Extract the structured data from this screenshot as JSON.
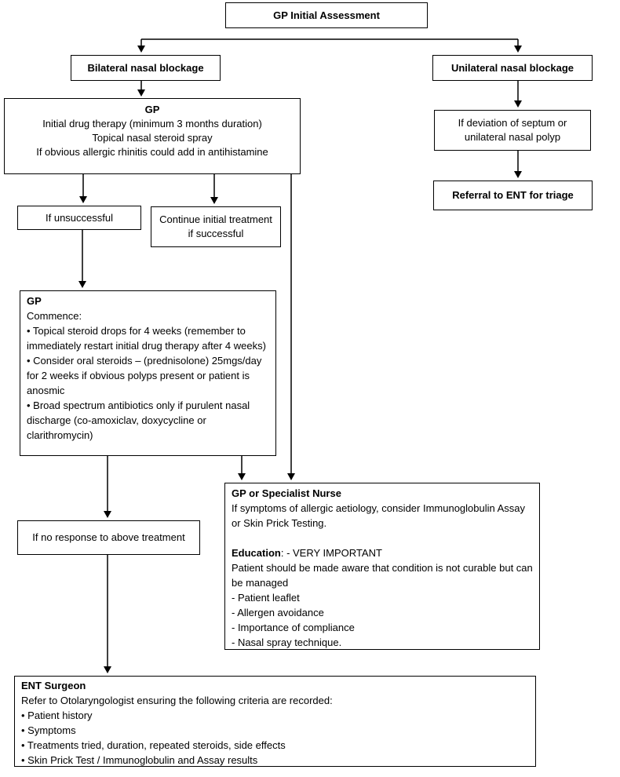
{
  "nodes": {
    "initial_assessment": {
      "title": "GP Initial Assessment"
    },
    "bilateral": {
      "title": "Bilateral nasal blockage"
    },
    "unilateral": {
      "title": "Unilateral nasal blockage"
    },
    "gp_initial": {
      "title": "GP",
      "lines": [
        "Initial drug therapy (minimum 3 months duration)",
        "Topical nasal steroid spray",
        "If obvious allergic rhinitis could add in antihistamine"
      ]
    },
    "deviation": {
      "text": "If deviation of septum or unilateral nasal polyp"
    },
    "referral": {
      "title": "Referral to ENT for triage"
    },
    "unsuccessful": {
      "text": "If unsuccessful"
    },
    "continue_treatment": {
      "text": "Continue initial treatment if successful"
    },
    "commence": {
      "title": "GP",
      "lines": [
        "Commence:",
        "• Topical steroid drops for 4 weeks (remember to immediately restart initial drug therapy after 4 weeks)",
        "• Consider oral steroids – (prednisolone) 25mgs/day for 2 weeks if obvious polyps present or patient is anosmic",
        "• Broad spectrum antibiotics only if purulent nasal discharge (co-amoxiclav, doxycycline or clarithromycin)"
      ]
    },
    "no_response": {
      "text": "If no response to above treatment"
    },
    "nurse": {
      "title": "GP or Specialist Nurse",
      "intro": "If symptoms of allergic aetiology, consider Immunoglobulin Assay or Skin Prick Testing.",
      "education_label": "Education",
      "education_rest": ": - VERY IMPORTANT",
      "body": "Patient should be made aware that condition is not curable but can be managed",
      "items": [
        "- Patient leaflet",
        "- Allergen avoidance",
        "- Importance of compliance",
        "- Nasal spray technique."
      ]
    },
    "ent": {
      "title": "ENT Surgeon",
      "intro": "Refer to Otolaryngologist ensuring the following criteria are recorded:",
      "items": [
        "• Patient history",
        "• Symptoms",
        "• Treatments tried, duration, repeated steroids, side effects",
        "• Skin Prick Test / Immunoglobulin and Assay results"
      ]
    }
  },
  "edges": [
    {
      "from": "gp-initial-assessment",
      "to": "bilateral-nasal-blockage"
    },
    {
      "from": "gp-initial-assessment",
      "to": "unilateral-nasal-blockage"
    },
    {
      "from": "bilateral-nasal-blockage",
      "to": "gp-initial-drug-therapy"
    },
    {
      "from": "unilateral-nasal-blockage",
      "to": "deviation-septum-or-polyp"
    },
    {
      "from": "deviation-septum-or-polyp",
      "to": "referral-ent-triage"
    },
    {
      "from": "gp-initial-drug-therapy",
      "to": "if-unsuccessful"
    },
    {
      "from": "gp-initial-drug-therapy",
      "to": "continue-initial-treatment"
    },
    {
      "from": "gp-initial-drug-therapy",
      "to": "gp-or-specialist-nurse"
    },
    {
      "from": "if-unsuccessful",
      "to": "gp-commence"
    },
    {
      "from": "gp-commence",
      "to": "gp-or-specialist-nurse"
    },
    {
      "from": "gp-commence",
      "to": "if-no-response"
    },
    {
      "from": "if-no-response",
      "to": "ent-surgeon"
    }
  ],
  "colors": {
    "line": "#000000",
    "box_bg": "#ffffff",
    "text": "#000000"
  }
}
